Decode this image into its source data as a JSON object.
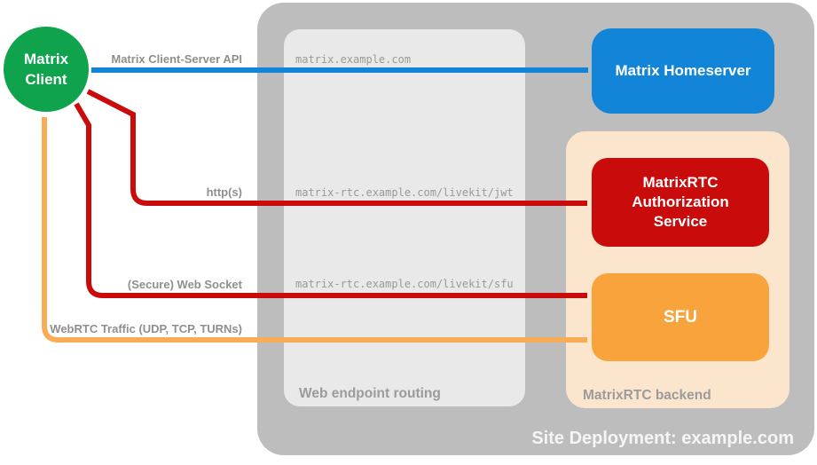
{
  "diagram_title": "Site Deployment: example.com",
  "containers": {
    "site": {
      "label": "Site Deployment: example.com"
    },
    "routing": {
      "label": "Web endpoint routing"
    },
    "backend": {
      "label": "MatrixRTC backend"
    }
  },
  "nodes": {
    "client": {
      "label": "Matrix\nClient",
      "color": "#10a34d"
    },
    "homeserver": {
      "label": "Matrix Homeserver",
      "color": "#1385d8"
    },
    "auth_service": {
      "label": "MatrixRTC\nAuthorization\nService",
      "color": "#c90b0b"
    },
    "sfu": {
      "label": "SFU",
      "color": "#f9a33d"
    }
  },
  "arrows": {
    "cs_api": {
      "label": "Matrix Client-Server API",
      "endpoint": "matrix.example.com",
      "from": "Matrix Client",
      "to": "Matrix Homeserver",
      "color": "#1385d8",
      "bidirectional": true
    },
    "http": {
      "label": "http(s)",
      "endpoint": "matrix-rtc.example.com/livekit/jwt",
      "from": "Matrix Client",
      "to": "MatrixRTC Authorization Service",
      "color": "#c90b0b",
      "bidirectional": true
    },
    "websocket": {
      "label": "(Secure) Web Socket",
      "endpoint": "matrix-rtc.example.com/livekit/sfu",
      "from": "Matrix Client",
      "to": "SFU",
      "color": "#c90b0b",
      "bidirectional": true
    },
    "webrtc": {
      "label": "WebRTC Traffic (UDP, TCP, TURNs)",
      "from": "Matrix Client",
      "to": "SFU",
      "color": "#f8ac55",
      "bidirectional": true
    }
  },
  "colors": {
    "outer_container": "#bdbdbd",
    "routing_container": "#e9e9e9",
    "backend_container": "#fce5cd",
    "label_gray": "#8f8f8f",
    "url_gray": "#999999"
  }
}
